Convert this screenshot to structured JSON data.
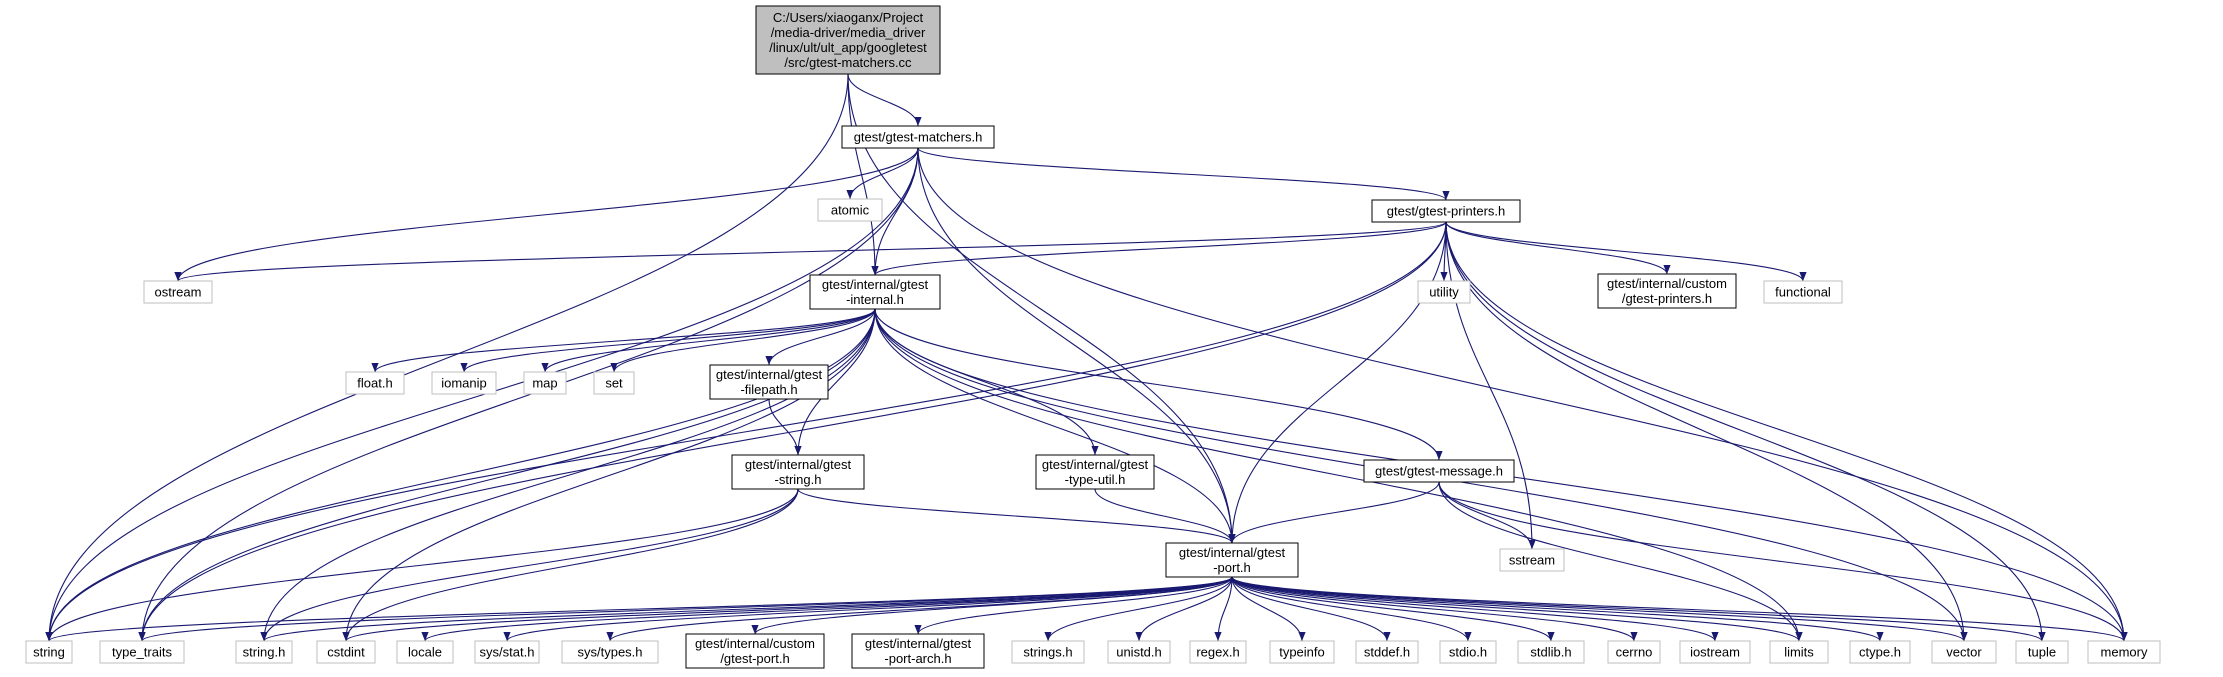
{
  "diagram": {
    "colors": {
      "edge": "#191970",
      "root_fill": "#bfbfbf",
      "header_border": "#000000",
      "system_border": "#bfbfbf",
      "background": "#ffffff"
    },
    "nodes": [
      {
        "id": "root",
        "kind": "root",
        "lines": [
          "C:/Users/xiaoganx/Project",
          "/media-driver/media_driver",
          "/linux/ult/ult_app/googletest",
          "/src/gtest-matchers.cc"
        ]
      },
      {
        "id": "matchers",
        "kind": "header",
        "lines": [
          "gtest/gtest-matchers.h"
        ]
      },
      {
        "id": "atomic",
        "kind": "system",
        "lines": [
          "atomic"
        ]
      },
      {
        "id": "printers",
        "kind": "header",
        "lines": [
          "gtest/gtest-printers.h"
        ]
      },
      {
        "id": "ostream",
        "kind": "system",
        "lines": [
          "ostream"
        ]
      },
      {
        "id": "internal",
        "kind": "header",
        "lines": [
          "gtest/internal/gtest",
          "-internal.h"
        ]
      },
      {
        "id": "utility",
        "kind": "system",
        "lines": [
          "utility"
        ]
      },
      {
        "id": "custprinters",
        "kind": "header",
        "lines": [
          "gtest/internal/custom",
          "/gtest-printers.h"
        ]
      },
      {
        "id": "functional",
        "kind": "system",
        "lines": [
          "functional"
        ]
      },
      {
        "id": "floath",
        "kind": "system",
        "lines": [
          "float.h"
        ]
      },
      {
        "id": "iomanip",
        "kind": "system",
        "lines": [
          "iomanip"
        ]
      },
      {
        "id": "map",
        "kind": "system",
        "lines": [
          "map"
        ]
      },
      {
        "id": "set",
        "kind": "system",
        "lines": [
          "set"
        ]
      },
      {
        "id": "filepath",
        "kind": "header",
        "lines": [
          "gtest/internal/gtest",
          "-filepath.h"
        ]
      },
      {
        "id": "gstring",
        "kind": "header",
        "lines": [
          "gtest/internal/gtest",
          "-string.h"
        ]
      },
      {
        "id": "typeutil",
        "kind": "header",
        "lines": [
          "gtest/internal/gtest",
          "-type-util.h"
        ]
      },
      {
        "id": "message",
        "kind": "header",
        "lines": [
          "gtest/gtest-message.h"
        ]
      },
      {
        "id": "sstream",
        "kind": "system",
        "lines": [
          "sstream"
        ]
      },
      {
        "id": "port",
        "kind": "header",
        "lines": [
          "gtest/internal/gtest",
          "-port.h"
        ]
      },
      {
        "id": "string",
        "kind": "system",
        "lines": [
          "string"
        ]
      },
      {
        "id": "type_traits",
        "kind": "system",
        "lines": [
          "type_traits"
        ]
      },
      {
        "id": "stringh",
        "kind": "system",
        "lines": [
          "string.h"
        ]
      },
      {
        "id": "cstdint",
        "kind": "system",
        "lines": [
          "cstdint"
        ]
      },
      {
        "id": "locale",
        "kind": "system",
        "lines": [
          "locale"
        ]
      },
      {
        "id": "sysstat",
        "kind": "system",
        "lines": [
          "sys/stat.h"
        ]
      },
      {
        "id": "systypes",
        "kind": "system",
        "lines": [
          "sys/types.h"
        ]
      },
      {
        "id": "custport",
        "kind": "header",
        "lines": [
          "gtest/internal/custom",
          "/gtest-port.h"
        ]
      },
      {
        "id": "portarch",
        "kind": "header",
        "lines": [
          "gtest/internal/gtest",
          "-port-arch.h"
        ]
      },
      {
        "id": "stringsh",
        "kind": "system",
        "lines": [
          "strings.h"
        ]
      },
      {
        "id": "unistd",
        "kind": "system",
        "lines": [
          "unistd.h"
        ]
      },
      {
        "id": "regex",
        "kind": "system",
        "lines": [
          "regex.h"
        ]
      },
      {
        "id": "typeinfo",
        "kind": "system",
        "lines": [
          "typeinfo"
        ]
      },
      {
        "id": "stddef",
        "kind": "system",
        "lines": [
          "stddef.h"
        ]
      },
      {
        "id": "stdio",
        "kind": "system",
        "lines": [
          "stdio.h"
        ]
      },
      {
        "id": "stdlib",
        "kind": "system",
        "lines": [
          "stdlib.h"
        ]
      },
      {
        "id": "cerrno",
        "kind": "system",
        "lines": [
          "cerrno"
        ]
      },
      {
        "id": "iostream",
        "kind": "system",
        "lines": [
          "iostream"
        ]
      },
      {
        "id": "limits",
        "kind": "system",
        "lines": [
          "limits"
        ]
      },
      {
        "id": "ctype",
        "kind": "system",
        "lines": [
          "ctype.h"
        ]
      },
      {
        "id": "vector",
        "kind": "system",
        "lines": [
          "vector"
        ]
      },
      {
        "id": "tuple",
        "kind": "system",
        "lines": [
          "tuple"
        ]
      },
      {
        "id": "memory",
        "kind": "system",
        "lines": [
          "memory"
        ]
      }
    ],
    "edges": [
      [
        "root",
        "matchers"
      ],
      [
        "root",
        "string"
      ],
      [
        "root",
        "internal"
      ],
      [
        "root",
        "port"
      ],
      [
        "matchers",
        "atomic"
      ],
      [
        "matchers",
        "ostream"
      ],
      [
        "matchers",
        "string"
      ],
      [
        "matchers",
        "type_traits"
      ],
      [
        "matchers",
        "internal"
      ],
      [
        "matchers",
        "printers"
      ],
      [
        "matchers",
        "port"
      ],
      [
        "matchers",
        "memory"
      ],
      [
        "printers",
        "ostream"
      ],
      [
        "printers",
        "string"
      ],
      [
        "printers",
        "type_traits"
      ],
      [
        "printers",
        "internal"
      ],
      [
        "printers",
        "utility"
      ],
      [
        "printers",
        "custprinters"
      ],
      [
        "printers",
        "functional"
      ],
      [
        "printers",
        "sstream"
      ],
      [
        "printers",
        "port"
      ],
      [
        "printers",
        "vector"
      ],
      [
        "printers",
        "tuple"
      ],
      [
        "printers",
        "memory"
      ],
      [
        "internal",
        "string"
      ],
      [
        "internal",
        "type_traits"
      ],
      [
        "internal",
        "stringh"
      ],
      [
        "internal",
        "cstdint"
      ],
      [
        "internal",
        "floath"
      ],
      [
        "internal",
        "iomanip"
      ],
      [
        "internal",
        "map"
      ],
      [
        "internal",
        "set"
      ],
      [
        "internal",
        "filepath"
      ],
      [
        "internal",
        "gstring"
      ],
      [
        "internal",
        "typeutil"
      ],
      [
        "internal",
        "message"
      ],
      [
        "internal",
        "port"
      ],
      [
        "internal",
        "limits"
      ],
      [
        "internal",
        "vector"
      ],
      [
        "internal",
        "memory"
      ],
      [
        "filepath",
        "gstring"
      ],
      [
        "gstring",
        "string"
      ],
      [
        "gstring",
        "stringh"
      ],
      [
        "gstring",
        "cstdint"
      ],
      [
        "gstring",
        "port"
      ],
      [
        "typeutil",
        "port"
      ],
      [
        "message",
        "port"
      ],
      [
        "message",
        "sstream"
      ],
      [
        "message",
        "limits"
      ],
      [
        "message",
        "memory"
      ],
      [
        "port",
        "string"
      ],
      [
        "port",
        "type_traits"
      ],
      [
        "port",
        "stringh"
      ],
      [
        "port",
        "cstdint"
      ],
      [
        "port",
        "locale"
      ],
      [
        "port",
        "sysstat"
      ],
      [
        "port",
        "systypes"
      ],
      [
        "port",
        "custport"
      ],
      [
        "port",
        "portarch"
      ],
      [
        "port",
        "stringsh"
      ],
      [
        "port",
        "unistd"
      ],
      [
        "port",
        "regex"
      ],
      [
        "port",
        "typeinfo"
      ],
      [
        "port",
        "stddef"
      ],
      [
        "port",
        "stdio"
      ],
      [
        "port",
        "stdlib"
      ],
      [
        "port",
        "cerrno"
      ],
      [
        "port",
        "iostream"
      ],
      [
        "port",
        "limits"
      ],
      [
        "port",
        "ctype"
      ],
      [
        "port",
        "vector"
      ],
      [
        "port",
        "tuple"
      ],
      [
        "port",
        "memory"
      ]
    ]
  }
}
